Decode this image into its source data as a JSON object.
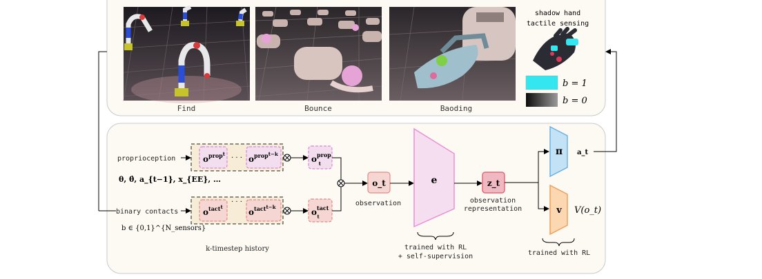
{
  "panels": [
    {
      "label": "Find",
      "scene": "robot-arms"
    },
    {
      "label": "Bounce",
      "scene": "hands-ball"
    },
    {
      "label": "Baoding",
      "scene": "hand-closeup"
    }
  ],
  "legend": {
    "title_line1": "shadow hand",
    "title_line2": "tactile sensing",
    "on_label": "b = 1",
    "off_label": "b = 0",
    "on_color": "#33e6f0",
    "off_color": "#2a2a2a"
  },
  "inputs": {
    "proprio_label": "proprioception",
    "proprio_vars": "θ, θ̇, a_{t−1}, x_{EE}, …",
    "contacts_label": "binary contacts",
    "contacts_vars": "b ∈ {0,1}^{N_sensors}",
    "history_label": "k-timestep history",
    "ellipsis": "· · ·"
  },
  "obs": {
    "prop_first": {
      "base": "o",
      "sup": "prop",
      "sub": "t"
    },
    "prop_last": {
      "base": "o",
      "sup": "prop",
      "sub": "t−k"
    },
    "tact_first": {
      "base": "o",
      "sup": "tact",
      "sub": "t"
    },
    "tact_last": {
      "base": "o",
      "sup": "tact",
      "sub": "t−k"
    },
    "prop_t": {
      "base": "o",
      "sub": "t",
      "sup": "prop"
    },
    "tact_t": {
      "base": "o",
      "sub": "t",
      "sup": "tact"
    },
    "o_t": "o_t",
    "observation_label": "observation"
  },
  "encoder": {
    "symbol": "e",
    "caption_line1": "trained with RL",
    "caption_line2": "+ self-supervision"
  },
  "representation": {
    "symbol": "z_t",
    "label_line1": "observation",
    "label_line2": "representation"
  },
  "heads": {
    "policy_symbol": "π",
    "action": "a_t",
    "value_symbol": "v",
    "value_out": "V(o_t)",
    "caption": "trained with RL"
  },
  "colors": {
    "prop_fill": "#f3deef",
    "prop_stroke": "#d889d6",
    "tact_fill": "#f6d6d3",
    "tact_stroke": "#e48b86",
    "history_fill": "#f7ecd6",
    "panel_fill": "#fdfaf3",
    "encoder_fill": "#f6def1",
    "encoder_stroke": "#ea8fd6",
    "z_fill": "#f0b9c1",
    "z_stroke": "#e06a78",
    "policy_fill": "#c4e2f6",
    "policy_stroke": "#6db2e0",
    "value_fill": "#fbd7b2",
    "value_stroke": "#f0a05a"
  }
}
